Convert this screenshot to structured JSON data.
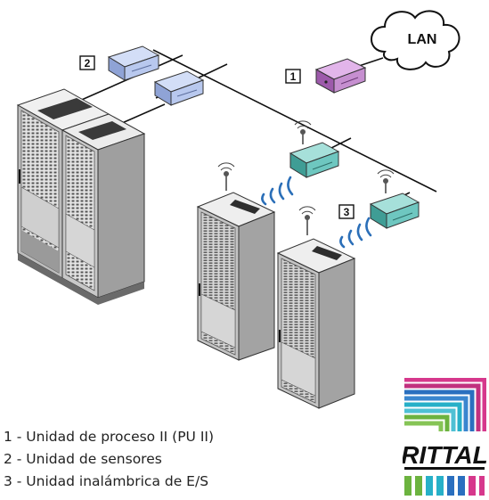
{
  "cloud_label": "LAN",
  "callouts": {
    "pu2": "1",
    "sensor": "2",
    "wireless": "3"
  },
  "legend": [
    "1 - Unidad de proceso II (PU II)",
    "2 - Unidad de sensores",
    "3 - Unidad inalámbrica de E/S"
  ],
  "logo": {
    "wordmark": "RITTAL"
  },
  "colors": {
    "rack": "#dcdcdc",
    "sensor_unit": "#b8c8ee",
    "processing_unit": "#c68fd0",
    "wireless_unit": "#6ec7c0",
    "logo_magenta": "#d6388c",
    "logo_blue": "#2a6fbf",
    "logo_cyan": "#27b0c8",
    "logo_green": "#6cb33f"
  },
  "icons": [
    "lan-cloud-icon",
    "antenna-icon",
    "wireless-signal-icon",
    "server-rack-icon",
    "sensor-unit-icon",
    "processing-unit-icon"
  ]
}
